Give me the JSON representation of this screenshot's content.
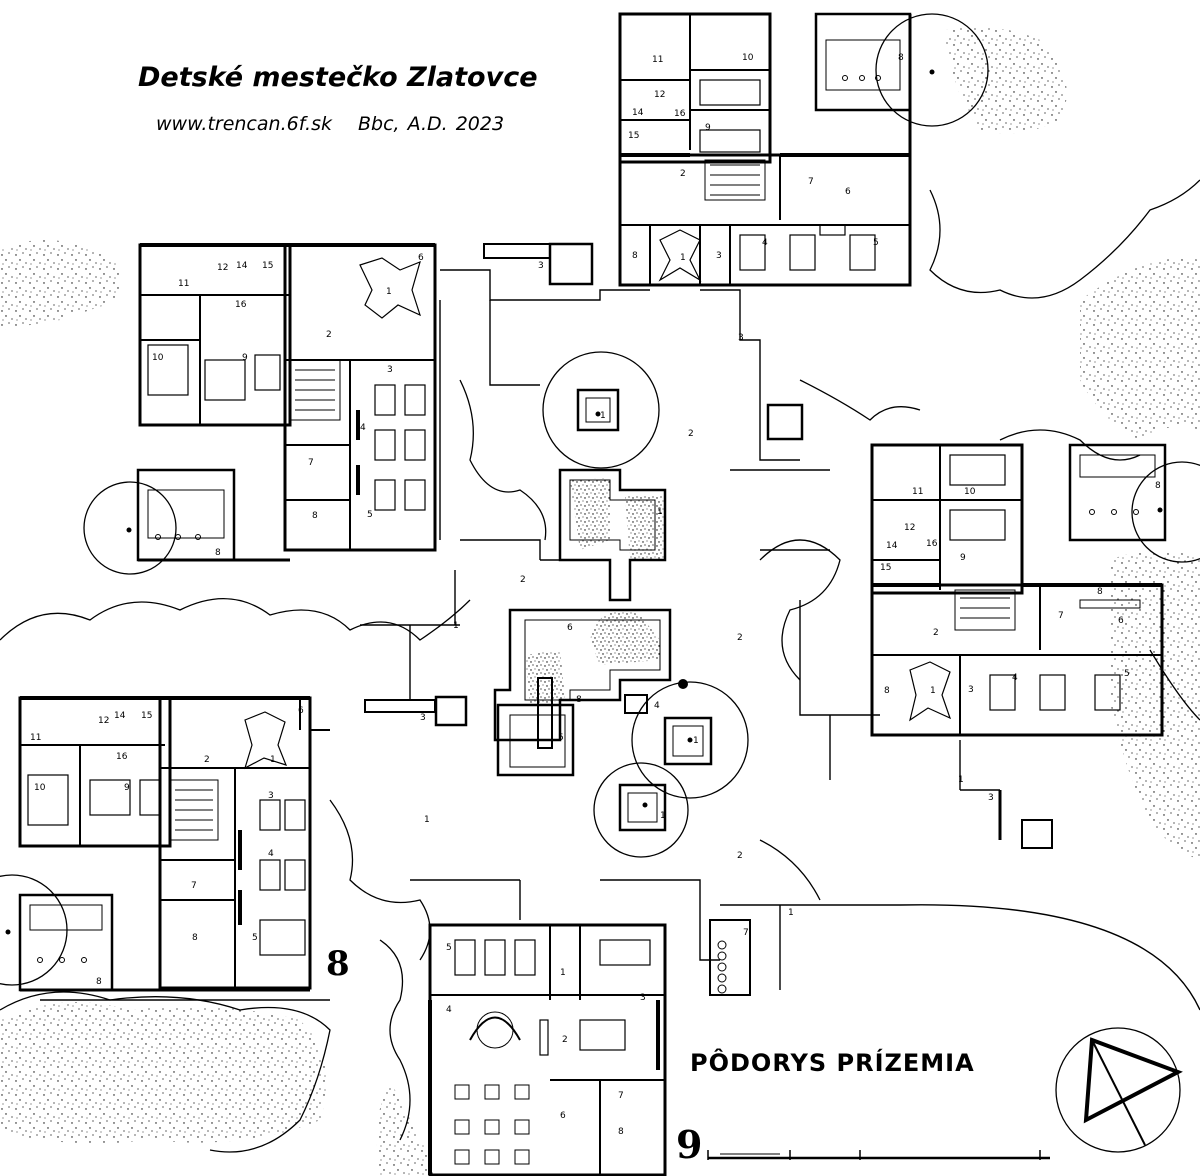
{
  "header": {
    "title": "Detské mestečko Zlatovce",
    "website": "www.trencan.6f.sk",
    "credit": "Bbc, A.D. 2023"
  },
  "plan": {
    "label": "PÔDORYS PRÍZEMIA",
    "sheet_numbers": [
      "8",
      "9"
    ]
  },
  "room_numbers": {
    "one": "1",
    "two": "2",
    "three": "3",
    "four": "4",
    "five": "5",
    "six": "6",
    "seven": "7",
    "eight": "8",
    "nine": "9",
    "ten": "10",
    "eleven": "11",
    "twelve": "12",
    "fourteen": "14",
    "fifteen": "15",
    "sixteen": "16"
  },
  "icons": {
    "north_arrow": "north-arrow-icon",
    "scale_bar": "scale-bar-icon"
  }
}
